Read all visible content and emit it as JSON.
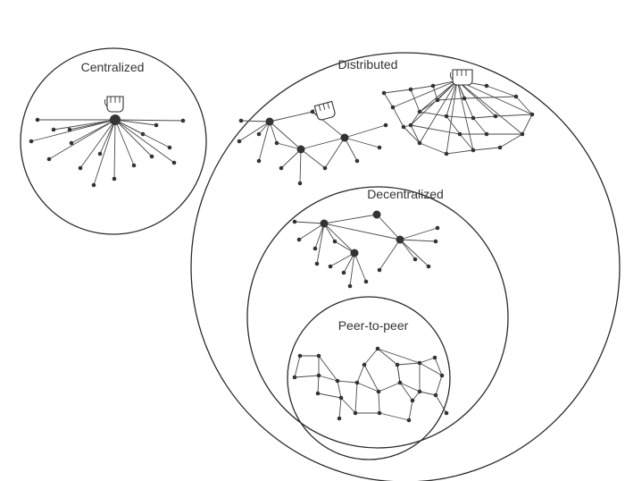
{
  "networks": {
    "centralized": {
      "label": "Centralized",
      "icon": "fist-icon"
    },
    "distributed": {
      "label": "Distributed",
      "icon": "fist-icon"
    },
    "decentralized": {
      "label": "Decentralized"
    },
    "peer_to_peer": {
      "label": "Peer-to-peer"
    }
  }
}
